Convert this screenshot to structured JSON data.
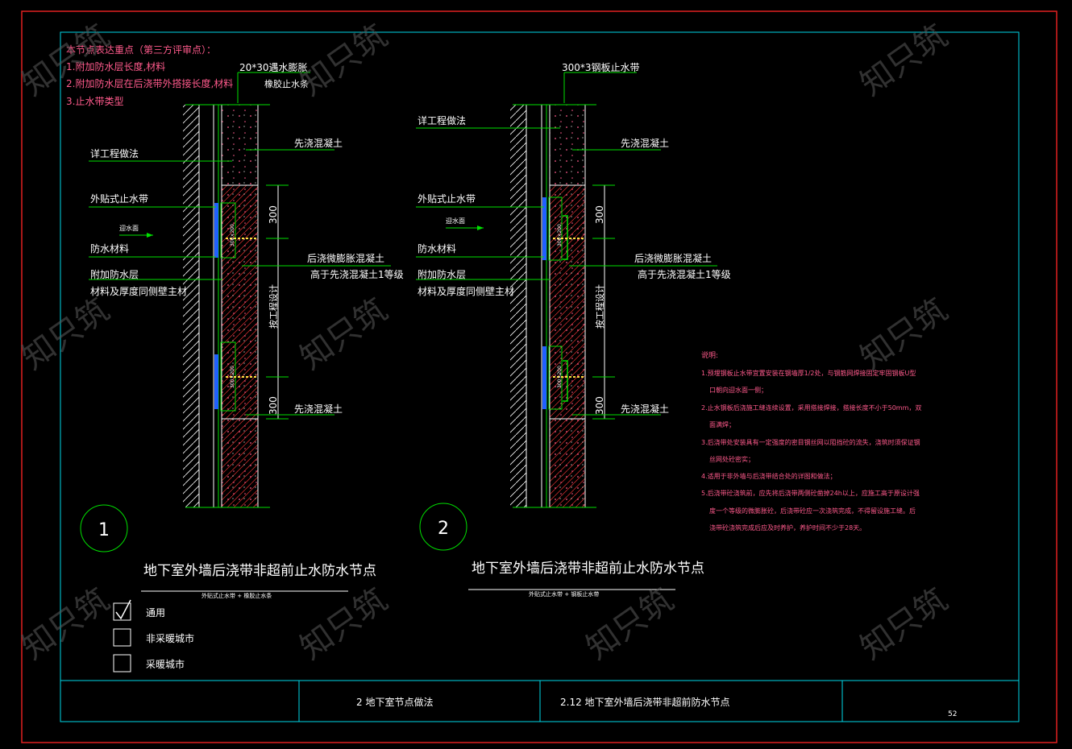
{
  "notes_header": {
    "title": "本节点表达重点（第三方评审点）：",
    "items": [
      "1.附加防水层长度,材料",
      "2.附加防水层在后浇带外搭接长度,材料",
      "3.止水带类型"
    ]
  },
  "detail1": {
    "top_label": "20*30遇水膨胀",
    "top_sublabel": "橡胶止水条",
    "left_labels": [
      "详工程做法",
      "外贴式止水带",
      "迎水面",
      "防水材料",
      "附加防水层",
      "材料及厚度同侧壁主材"
    ],
    "right_labels": [
      "先浇混凝土",
      "后浇微膨胀混凝土",
      "高于先浇混凝土1等级",
      "先浇混凝土"
    ],
    "dim_top": "300",
    "dim_mid": "按工程设计",
    "dim_bottom": "300",
    "band_text": "300×200",
    "number": "1",
    "title": "地下室外墙后浇带非超前止水防水节点",
    "subtitle": "外贴式止水带 + 橡胶止水条"
  },
  "detail2": {
    "top_label": "300*3钢板止水带",
    "left_labels": [
      "详工程做法",
      "外贴式止水带",
      "迎水面",
      "防水材料",
      "附加防水层",
      "材料及厚度同侧壁主材"
    ],
    "right_labels": [
      "先浇混凝土",
      "后浇微膨胀混凝土",
      "高于先浇混凝土1等级",
      "先浇混凝土"
    ],
    "dim_top": "300",
    "dim_mid": "按工程设计",
    "dim_bottom": "300",
    "band_text": "300×200",
    "number": "2",
    "title": "地下室外墙后浇带非超前止水防水节点",
    "subtitle": "外贴式止水带 + 钢板止水带"
  },
  "explanation": {
    "title": "说明:",
    "lines": [
      "1.预埋钢板止水带宜置安装在钢墙厚1/2处，与钢筋网焊接固定牢固钢板U型",
      "口朝向迎水面一侧；",
      "2.止水钢板后浇施工缝连续设置，采用搭接焊接，搭接长度不小于50mm，双",
      "面满焊；",
      "3.后浇带处安装具有一定强度的密目钢丝网以阻挡砼的流失，浇筑时须保证钢",
      "丝网处砼密实；",
      "4.适用于非外墙与后浇带结合处的详图和做法；",
      "5.后浇带砼浇筑前，应先将后浇带两侧砼凿掉24h以上，应施工高于原设计强",
      "度一个等级的微膨胀砼，后浇带砼应一次浇筑完成，不得留设施工缝。后",
      "浇带砼浇筑完成后应及时养护，养护时间不少于28天。"
    ]
  },
  "legend": [
    {
      "label": "通用",
      "checked": true
    },
    {
      "label": "非采暖城市",
      "checked": false
    },
    {
      "label": "采暖城市",
      "checked": false
    }
  ],
  "title_block": {
    "section": "2  地下室节点做法",
    "drawing": "2.12  地下室外墙后浇带非超前防水节点",
    "page": "52"
  },
  "watermark": "知只筑"
}
